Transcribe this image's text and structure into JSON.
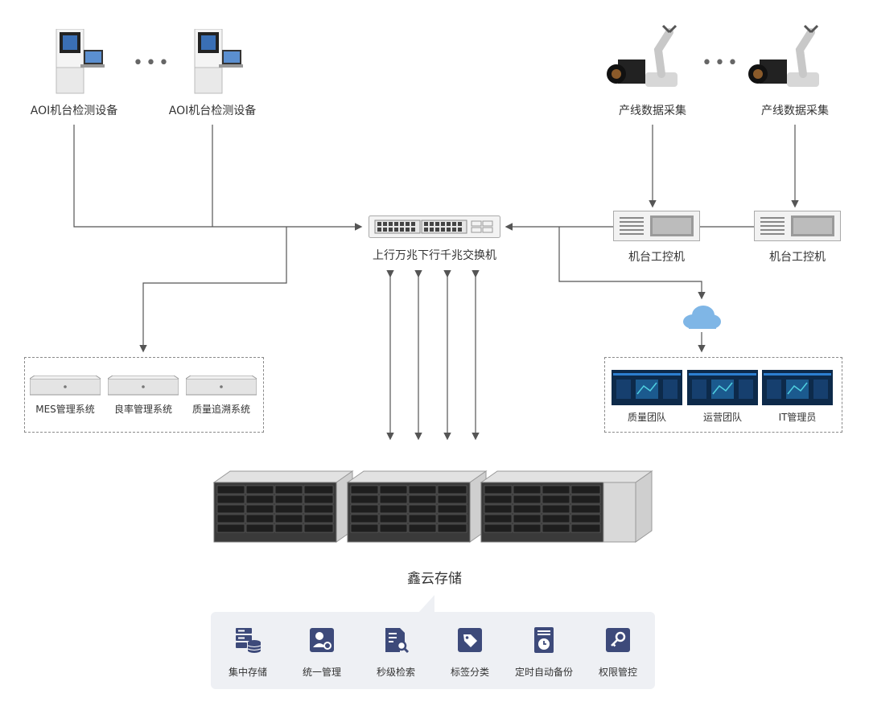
{
  "devices": {
    "aoi_left": "AOI机台检测设备",
    "aoi_right": "AOI机台检测设备",
    "collect_left": "产线数据采集",
    "collect_right": "产线数据采集",
    "ipc_left": "机台工控机",
    "ipc_right": "机台工控机",
    "switch": "上行万兆下行千兆交换机"
  },
  "systems": [
    "MES管理系统",
    "良率管理系统",
    "质量追溯系统"
  ],
  "teams": [
    "质量团队",
    "运营团队",
    "IT管理员"
  ],
  "storage": {
    "title": "鑫云存储"
  },
  "features": [
    {
      "label": "集中存储",
      "icon": "storage-db-icon"
    },
    {
      "label": "统一管理",
      "icon": "user-gear-icon"
    },
    {
      "label": "秒级检索",
      "icon": "document-search-icon"
    },
    {
      "label": "标签分类",
      "icon": "tag-icon"
    },
    {
      "label": "定时自动备份",
      "icon": "clock-backup-icon"
    },
    {
      "label": "权限管控",
      "icon": "key-icon"
    }
  ],
  "colors": {
    "icon_navy": "#3d4a7a",
    "line": "#555555",
    "cloud": "#7fb6e6"
  }
}
